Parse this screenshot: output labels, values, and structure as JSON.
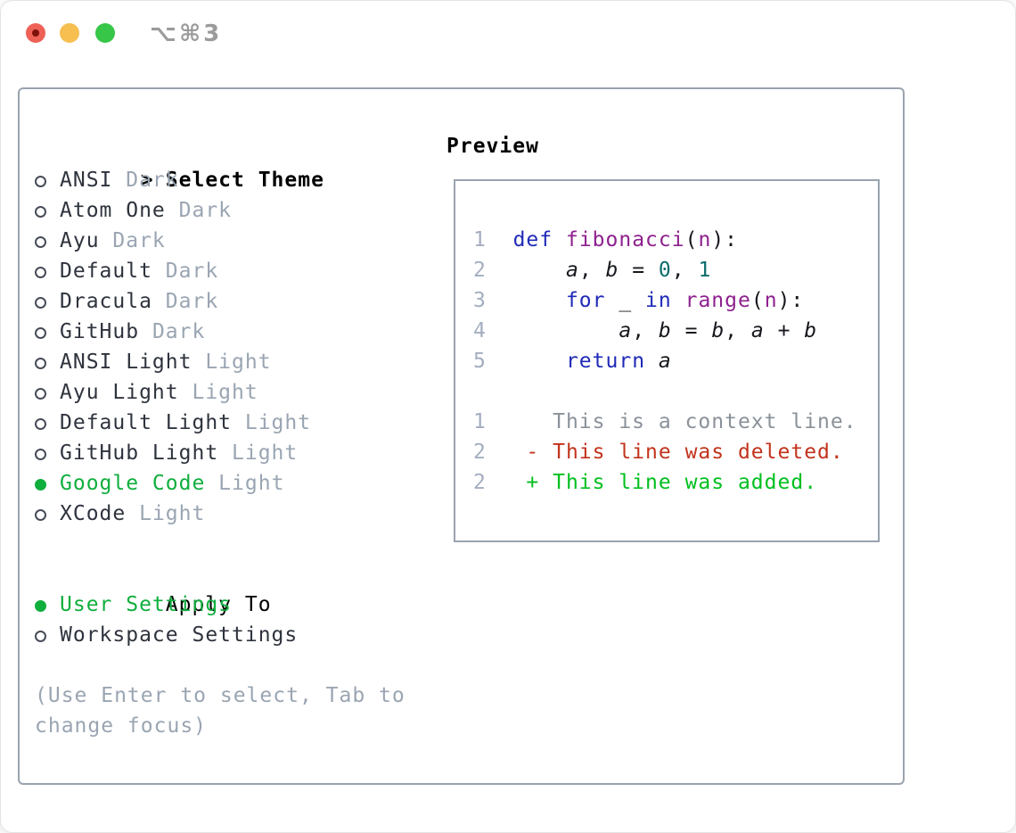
{
  "window": {
    "title": "⌥⌘3"
  },
  "colors": {
    "select": "#0fae3d",
    "add": "#00bf1e",
    "del": "#c2331c",
    "kw": "#1f2ab8",
    "fn": "#8e218e",
    "lit": "#0e6c6c",
    "text": "#16181d",
    "listtext": "#2e333d",
    "muted": "#9aa5b2",
    "ln": "#a4aec0",
    "border": "#9aa3af",
    "ctx": "#8a9199",
    "titlebar": "#9b9b9b",
    "red": "#ee6156",
    "reddot": "#7c120b",
    "yellow": "#f6bf4f",
    "green": "#37c648"
  },
  "theme_panel": {
    "title_prefix": ">",
    "title": "Select Theme",
    "themes": [
      {
        "name": "ANSI",
        "variant": "Dark",
        "selected": false
      },
      {
        "name": "Atom One",
        "variant": "Dark",
        "selected": false
      },
      {
        "name": "Ayu",
        "variant": "Dark",
        "selected": false
      },
      {
        "name": "Default",
        "variant": "Dark",
        "selected": false
      },
      {
        "name": "Dracula",
        "variant": "Dark",
        "selected": false
      },
      {
        "name": "GitHub",
        "variant": "Dark",
        "selected": false
      },
      {
        "name": "ANSI Light",
        "variant": "Light",
        "selected": false
      },
      {
        "name": "Ayu Light",
        "variant": "Light",
        "selected": false
      },
      {
        "name": "Default Light",
        "variant": "Light",
        "selected": false
      },
      {
        "name": "GitHub Light",
        "variant": "Light",
        "selected": false
      },
      {
        "name": "Google Code",
        "variant": "Light",
        "selected": true
      },
      {
        "name": "XCode",
        "variant": "Light",
        "selected": false
      }
    ],
    "apply_to": {
      "title": "Apply To",
      "options": [
        {
          "label": "User Settings",
          "selected": true
        },
        {
          "label": "Workspace Settings",
          "selected": false
        }
      ]
    },
    "hint_line1": "(Use Enter to select, Tab to",
    "hint_line2": "change focus)"
  },
  "preview": {
    "title": "Preview",
    "code_lines": [
      {
        "num": "1",
        "tokens": [
          {
            "t": "def",
            "c": "kw"
          },
          {
            "t": " ",
            "c": "pln"
          },
          {
            "t": "fibonacci",
            "c": "fn"
          },
          {
            "t": "(",
            "c": "pln"
          },
          {
            "t": "n",
            "c": "fn"
          },
          {
            "t": "):",
            "c": "pln"
          }
        ]
      },
      {
        "num": "2",
        "tokens": [
          {
            "t": "    ",
            "c": "pln"
          },
          {
            "t": "a",
            "c": "var"
          },
          {
            "t": ", ",
            "c": "pln"
          },
          {
            "t": "b",
            "c": "var"
          },
          {
            "t": " = ",
            "c": "pln"
          },
          {
            "t": "0",
            "c": "lit"
          },
          {
            "t": ", ",
            "c": "pln"
          },
          {
            "t": "1",
            "c": "lit"
          }
        ]
      },
      {
        "num": "3",
        "tokens": [
          {
            "t": "    ",
            "c": "pln"
          },
          {
            "t": "for",
            "c": "kw"
          },
          {
            "t": " _ ",
            "c": "pln"
          },
          {
            "t": "in",
            "c": "kw"
          },
          {
            "t": " ",
            "c": "pln"
          },
          {
            "t": "range",
            "c": "fn"
          },
          {
            "t": "(",
            "c": "pln"
          },
          {
            "t": "n",
            "c": "fn"
          },
          {
            "t": "):",
            "c": "pln"
          }
        ]
      },
      {
        "num": "4",
        "tokens": [
          {
            "t": "        ",
            "c": "pln"
          },
          {
            "t": "a",
            "c": "var"
          },
          {
            "t": ", ",
            "c": "pln"
          },
          {
            "t": "b",
            "c": "var"
          },
          {
            "t": " = ",
            "c": "pln"
          },
          {
            "t": "b",
            "c": "var"
          },
          {
            "t": ", ",
            "c": "pln"
          },
          {
            "t": "a",
            "c": "var"
          },
          {
            "t": " + ",
            "c": "pln"
          },
          {
            "t": "b",
            "c": "var"
          }
        ]
      },
      {
        "num": "5",
        "tokens": [
          {
            "t": "    ",
            "c": "pln"
          },
          {
            "t": "return",
            "c": "kw"
          },
          {
            "t": " ",
            "c": "pln"
          },
          {
            "t": "a",
            "c": "var"
          }
        ]
      }
    ],
    "diff_lines": [
      {
        "num": "1",
        "text": "     This is a context line.",
        "c": "ctx"
      },
      {
        "num": "2",
        "text": "   - This line was deleted.",
        "c": "del"
      },
      {
        "num": "2",
        "text": "   + This line was added.",
        "c": "add"
      }
    ]
  }
}
